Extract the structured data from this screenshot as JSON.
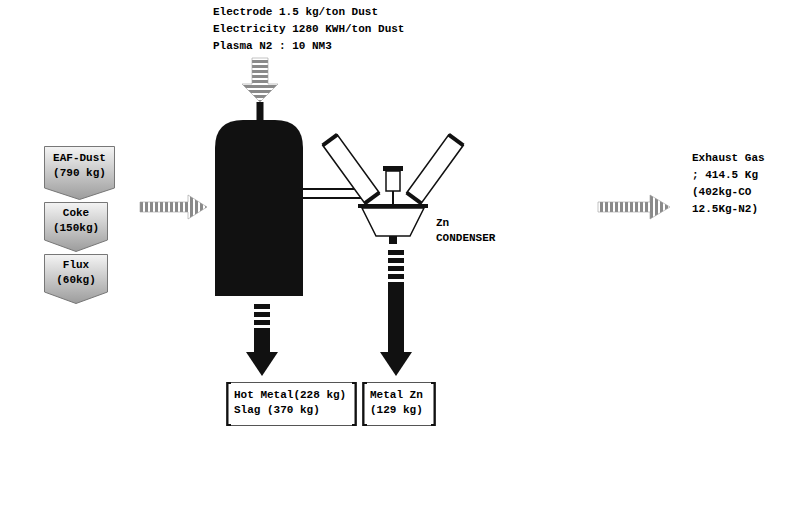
{
  "diagram": {
    "nodes": [
      {
        "text": [
          "EAF-Dust (790 kg)"
        ]
      },
      {
        "text": [
          "Coke (150kg)"
        ]
      },
      {
        "text": [
          "Flux (60kg)"
        ]
      },
      {
        "text": [
          "Hot Metal(228 kg)",
          "Slag (370 kg)"
        ]
      },
      {
        "text": [
          "Metal Zn (129 kg)"
        ]
      }
    ],
    "labels": [
      "Electrode 1.5 kg/ton Dust",
      "Electricity 1280 KWH/ton Dust",
      "Plasma N2 : 10 NM3",
      "Zn CONDENSER",
      "Exhaust Gas ; 414.5 Kg (402kg-CO 12.5Kg-N2)"
    ]
  }
}
